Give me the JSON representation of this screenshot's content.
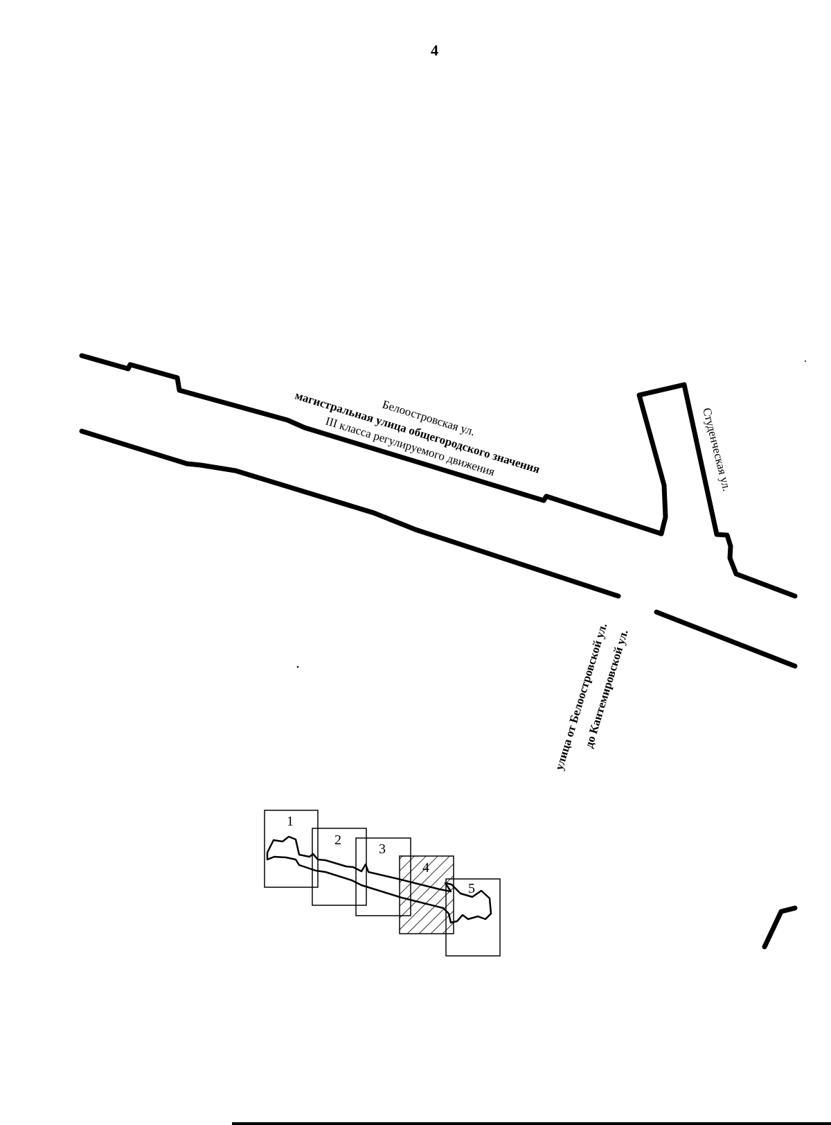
{
  "page": {
    "number": "4"
  },
  "streets": {
    "beloostrovskaya": {
      "name": "Белоостровская ул.",
      "class_line1": "магистральная улица общегородского значения",
      "class_line2": "III класса регулируемого движения"
    },
    "studencheskaya": {
      "name": "Студенческая ул."
    },
    "new_street": {
      "line1": "улица от Белоостровской ул.",
      "line2": "до Кантемировской ул."
    }
  },
  "index_map": {
    "sheets": [
      {
        "label": "1",
        "active": false
      },
      {
        "label": "2",
        "active": false
      },
      {
        "label": "3",
        "active": false
      },
      {
        "label": "4",
        "active": true
      },
      {
        "label": "5",
        "active": false
      }
    ]
  }
}
